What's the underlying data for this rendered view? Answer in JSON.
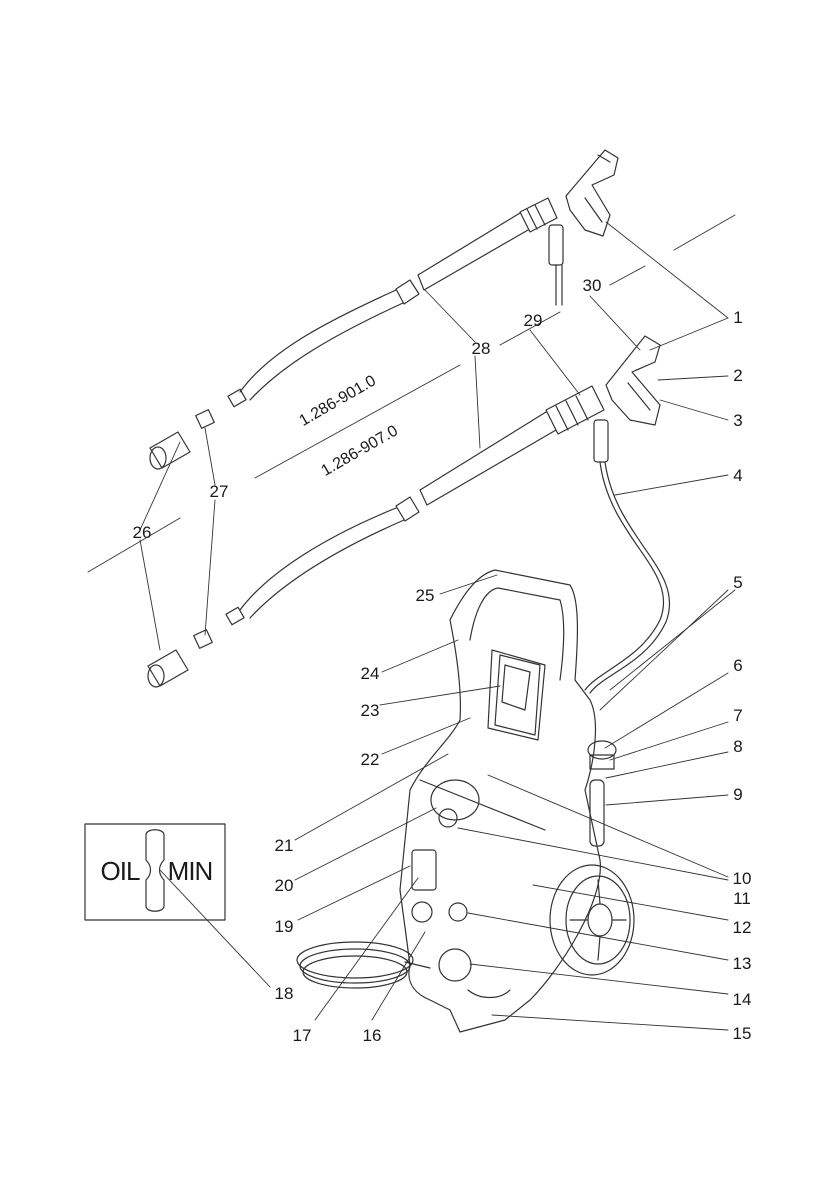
{
  "diagram": {
    "part_numbers": [
      "1.286-901.0",
      "1.286-907.0"
    ],
    "callouts": [
      "1",
      "2",
      "3",
      "4",
      "5",
      "6",
      "7",
      "8",
      "9",
      "10",
      "11",
      "12",
      "13",
      "14",
      "15",
      "16",
      "17",
      "18",
      "19",
      "20",
      "21",
      "22",
      "23",
      "24",
      "25",
      "26",
      "27",
      "28",
      "29",
      "30"
    ],
    "oil_symbol": {
      "left": "OIL",
      "right": "MIN"
    }
  }
}
